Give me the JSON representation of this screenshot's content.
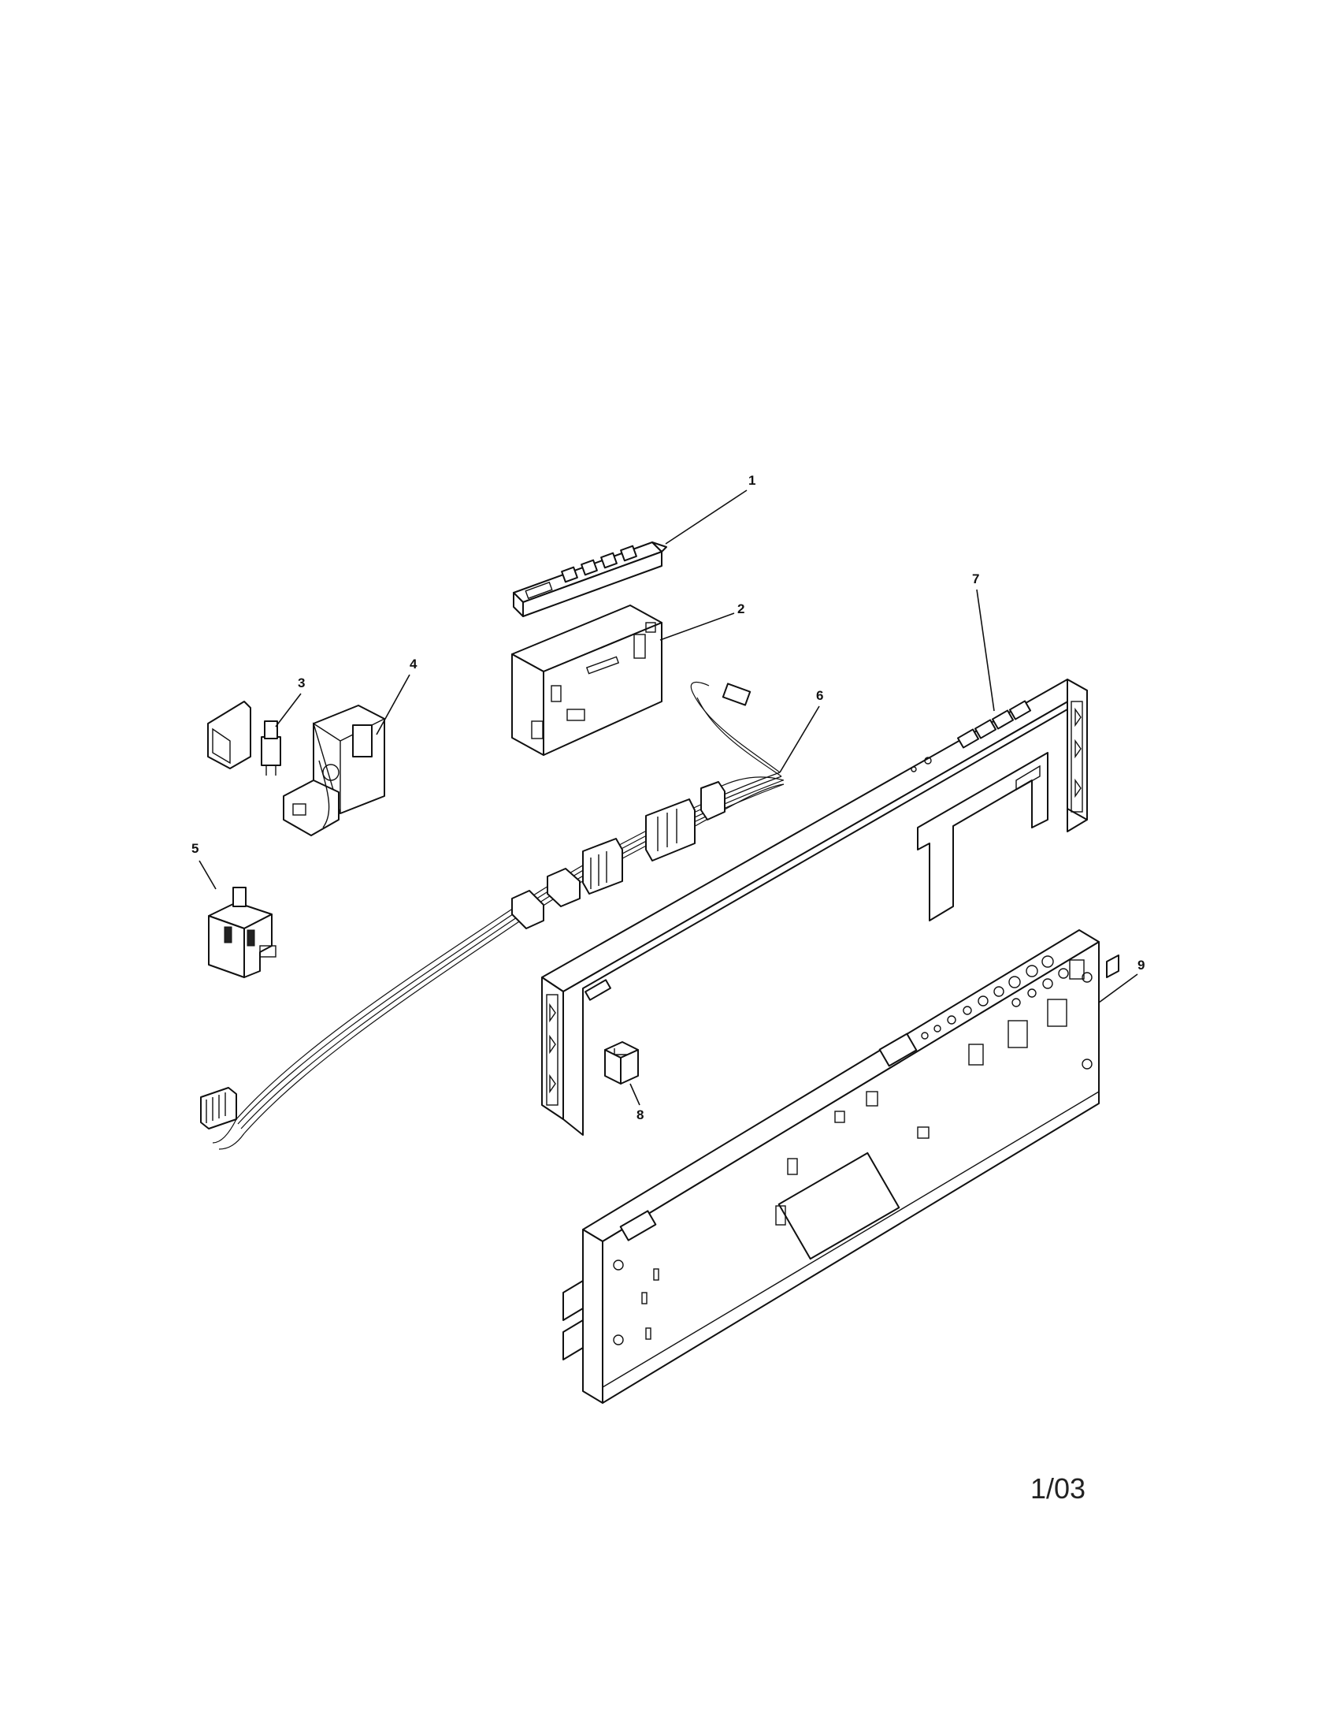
{
  "diagram": {
    "callouts": [
      {
        "id": "1",
        "label": "1"
      },
      {
        "id": "2",
        "label": "2"
      },
      {
        "id": "3",
        "label": "3"
      },
      {
        "id": "4",
        "label": "4"
      },
      {
        "id": "5",
        "label": "5"
      },
      {
        "id": "6",
        "label": "6"
      },
      {
        "id": "7",
        "label": "7"
      },
      {
        "id": "8",
        "label": "8"
      },
      {
        "id": "9",
        "label": "9"
      }
    ]
  },
  "page_code": "1/03",
  "colors": {
    "ink": "#111111",
    "paper": "#ffffff"
  }
}
